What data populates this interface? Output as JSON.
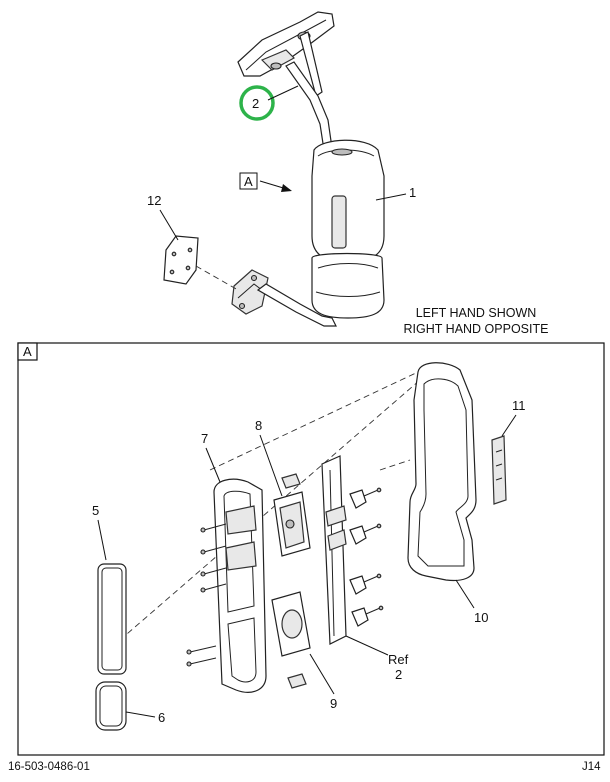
{
  "callouts": {
    "c1": "1",
    "c2": "2",
    "c5": "5",
    "c6": "6",
    "c7": "7",
    "c8": "8",
    "c9": "9",
    "c10": "10",
    "c11": "11",
    "c12": "12"
  },
  "view_label": "A",
  "detail_label": "A",
  "note_line1": "LEFT HAND SHOWN",
  "note_line2": "RIGHT HAND OPPOSITE",
  "ref_line1": "Ref",
  "ref_line2": "2",
  "footer_left": "16-503-0486-01",
  "footer_right": "J14",
  "highlight_color": "#2db34a"
}
